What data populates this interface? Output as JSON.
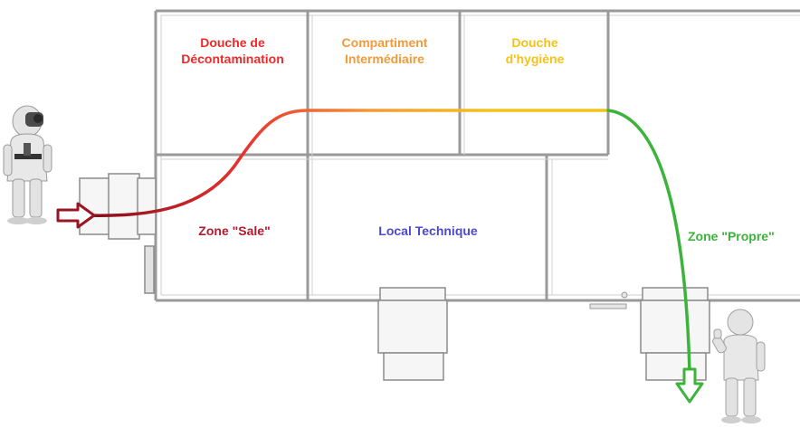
{
  "zones": {
    "decontamination_shower": {
      "line1": "Douche de",
      "line2": "Décontamination",
      "color": "#ee2a2a"
    },
    "intermediate_compartment": {
      "line1": "Compartiment",
      "line2": "Intermédiaire",
      "color": "#f39a3a"
    },
    "hygiene_shower": {
      "line1": "Douche",
      "line2": "d'hygiène",
      "color": "#f5c21a"
    },
    "dirty_zone": {
      "label": "Zone \"Sale\"",
      "color": "#b01c2c"
    },
    "technical_room": {
      "label": "Local Technique",
      "color": "#4a4ad0"
    },
    "clean_zone": {
      "label": "Zone \"Propre\"",
      "color": "#3cb43c"
    }
  },
  "icons": {
    "entry": "person-in-protective-suit-icon",
    "exit": "person-icon",
    "entry_arrow": "arrow-right-icon",
    "exit_arrow": "arrow-down-icon"
  }
}
